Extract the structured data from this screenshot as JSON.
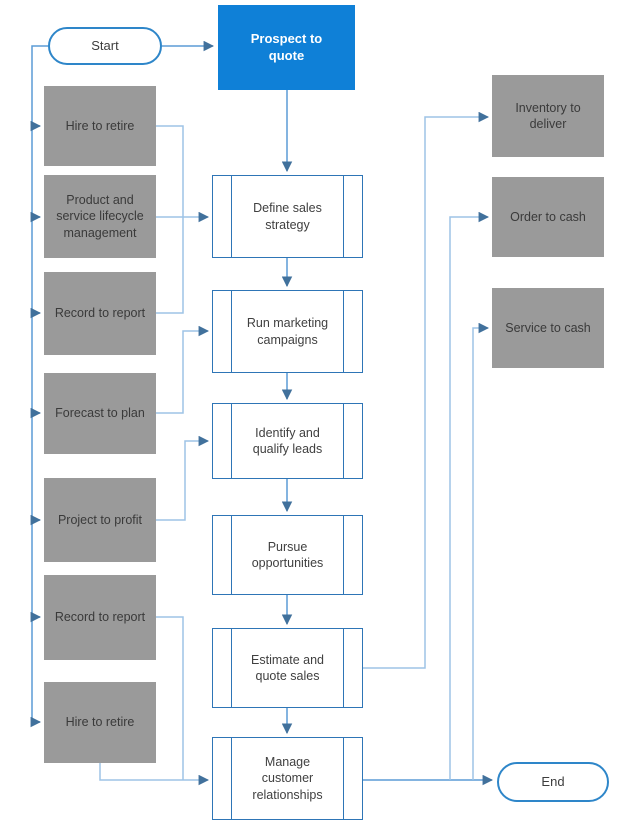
{
  "diagram_title": "Prospect to quote",
  "colors": {
    "highlight_fill": "#0f80d7",
    "highlight_text": "#ffffff",
    "gray_fill": "#9a9a9a",
    "gray_text": "#3a3a3a",
    "box_border_blue": "#2e75b6",
    "terminator_border": "#2e86c9",
    "connector_light": "#9dc3e6",
    "connector_medium": "#5b9bd5",
    "arrowhead": "#41719c"
  },
  "nodes": {
    "start": {
      "label": "Start",
      "shape": "terminator"
    },
    "prospect": {
      "label": "Prospect to quote",
      "shape": "process-highlighted"
    },
    "left": [
      {
        "label": "Hire to retire"
      },
      {
        "label": "Product and service lifecycle management"
      },
      {
        "label": "Record to report"
      },
      {
        "label": "Forecast to plan"
      },
      {
        "label": "Project to profit"
      },
      {
        "label": "Record to report"
      },
      {
        "label": "Hire to retire"
      }
    ],
    "center": [
      {
        "label": "Define sales strategy",
        "shape": "subprocess"
      },
      {
        "label": "Run marketing campaigns",
        "shape": "subprocess"
      },
      {
        "label": "Identify and qualify leads",
        "shape": "subprocess"
      },
      {
        "label": "Pursue opportunities",
        "shape": "subprocess"
      },
      {
        "label": "Estimate and quote sales",
        "shape": "subprocess"
      },
      {
        "label": "Manage customer relationships",
        "shape": "subprocess"
      }
    ],
    "right": [
      {
        "label": "Inventory to deliver"
      },
      {
        "label": "Order to cash"
      },
      {
        "label": "Service to cash"
      }
    ],
    "end": {
      "label": "End",
      "shape": "terminator"
    }
  },
  "edges": [
    {
      "from": "Start",
      "to": "Prospect to quote"
    },
    {
      "from": "Start",
      "to": "Hire to retire (1)"
    },
    {
      "from": "Start",
      "to": "Product and service lifecycle management"
    },
    {
      "from": "Start",
      "to": "Record to report (1)"
    },
    {
      "from": "Start",
      "to": "Forecast to plan"
    },
    {
      "from": "Start",
      "to": "Project to profit"
    },
    {
      "from": "Start",
      "to": "Record to report (2)"
    },
    {
      "from": "Start",
      "to": "Hire to retire (2)"
    },
    {
      "from": "Prospect to quote",
      "to": "Define sales strategy"
    },
    {
      "from": "Hire to retire (1)",
      "to": "Define sales strategy"
    },
    {
      "from": "Product and service lifecycle management",
      "to": "Define sales strategy"
    },
    {
      "from": "Record to report (1)",
      "to": "Define sales strategy"
    },
    {
      "from": "Define sales strategy",
      "to": "Run marketing campaigns"
    },
    {
      "from": "Forecast to plan",
      "to": "Run marketing campaigns"
    },
    {
      "from": "Run marketing campaigns",
      "to": "Identify and qualify leads"
    },
    {
      "from": "Project to profit",
      "to": "Identify and qualify leads"
    },
    {
      "from": "Identify and qualify leads",
      "to": "Pursue opportunities"
    },
    {
      "from": "Pursue opportunities",
      "to": "Estimate and quote sales"
    },
    {
      "from": "Record to report (2)",
      "to": "Manage customer relationships"
    },
    {
      "from": "Hire to retire (2)",
      "to": "Manage customer relationships"
    },
    {
      "from": "Estimate and quote sales",
      "to": "Manage customer relationships"
    },
    {
      "from": "Estimate and quote sales",
      "to": "Inventory to deliver"
    },
    {
      "from": "Manage customer relationships",
      "to": "Order to cash"
    },
    {
      "from": "Manage customer relationships",
      "to": "Service to cash"
    },
    {
      "from": "Manage customer relationships",
      "to": "End"
    }
  ]
}
